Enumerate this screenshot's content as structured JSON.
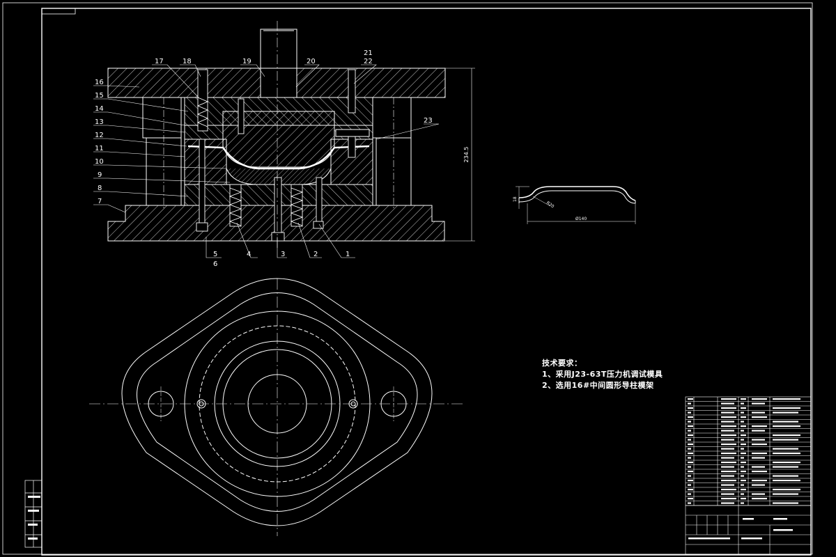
{
  "part_numbers": {
    "left": [
      "16",
      "15",
      "14",
      "13",
      "12",
      "11",
      "10",
      "9",
      "8",
      "7"
    ],
    "top": [
      "17",
      "18",
      "19",
      "20",
      "21",
      "22",
      "23"
    ],
    "bottom": [
      "5",
      "6",
      "4",
      "3",
      "2",
      "1"
    ]
  },
  "dimension_labels": {
    "overall_height": "234.5",
    "part_dia": "Ø140",
    "part_height": "18",
    "part_radius": "R20"
  },
  "tech_requirements": {
    "title": "技术要求：",
    "line1": "1、采用J23-63T压力机调试模具",
    "line2": "2、选用16#中间圆形导柱模架"
  },
  "colors": {
    "background": "#000000",
    "line": "#ffffff",
    "hatch": "#ffffff"
  }
}
